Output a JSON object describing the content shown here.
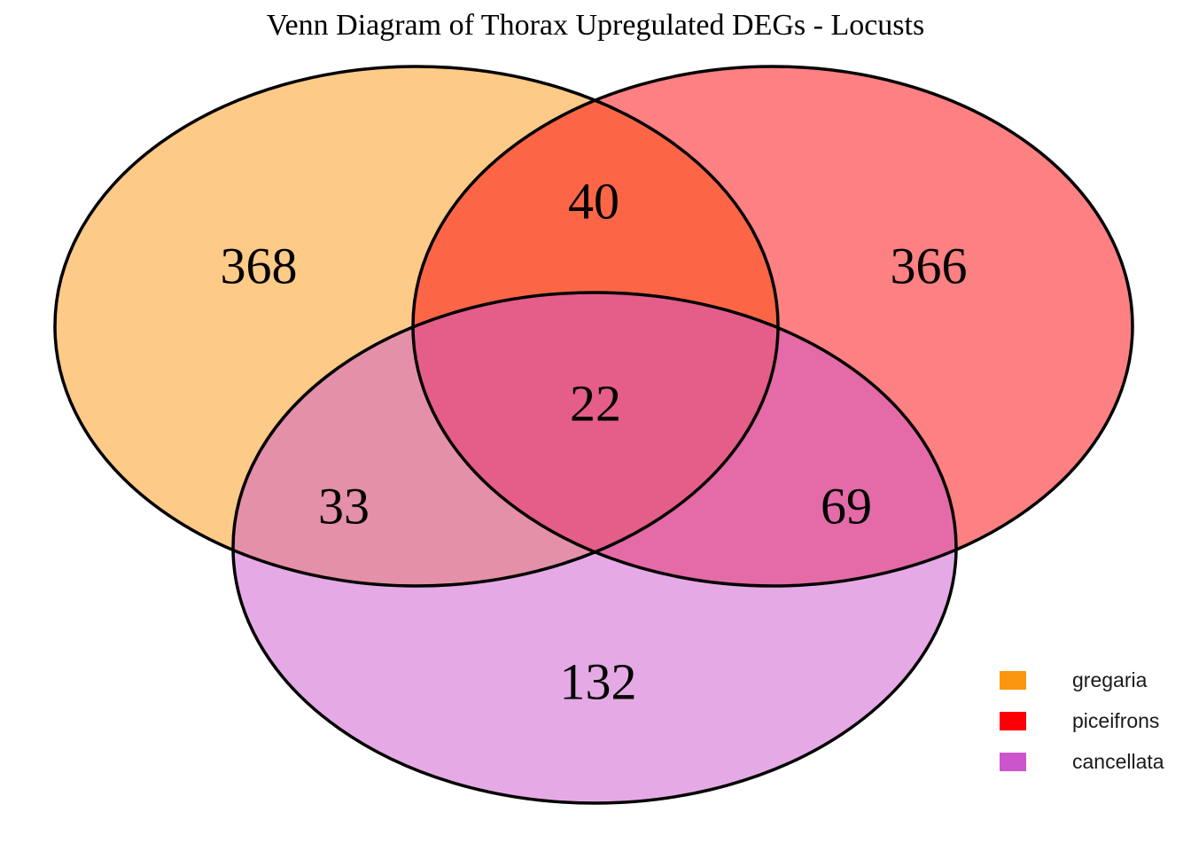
{
  "title": "Venn Diagram of Thorax Upregulated DEGs - Locusts",
  "legend": {
    "items": [
      {
        "label": "gregaria",
        "color": "#FB9610"
      },
      {
        "label": "piceifrons",
        "color": "#FB0106"
      },
      {
        "label": "cancellata",
        "color": "#CC55CC"
      }
    ]
  },
  "region_counts": {
    "gregaria_only": "368",
    "piceifrons_only": "366",
    "cancellata_only": "132",
    "gregaria_piceifrons": "40",
    "gregaria_cancellata": "33",
    "piceifrons_cancellata": "69",
    "all_three": "22"
  },
  "chart_data": {
    "type": "venn",
    "title": "Venn Diagram of Thorax Upregulated DEGs - Locusts",
    "sets": [
      "gregaria",
      "piceifrons",
      "cancellata"
    ],
    "set_colors": {
      "gregaria": "#FB9610",
      "piceifrons": "#FB0106",
      "cancellata": "#CC55CC"
    },
    "fill_opacity": 0.5,
    "outline_color": "#000000",
    "regions": [
      {
        "sets": [
          "gregaria"
        ],
        "value": 368
      },
      {
        "sets": [
          "piceifrons"
        ],
        "value": 366
      },
      {
        "sets": [
          "cancellata"
        ],
        "value": 132
      },
      {
        "sets": [
          "gregaria",
          "piceifrons"
        ],
        "value": 40
      },
      {
        "sets": [
          "gregaria",
          "cancellata"
        ],
        "value": 33
      },
      {
        "sets": [
          "piceifrons",
          "cancellata"
        ],
        "value": 69
      },
      {
        "sets": [
          "gregaria",
          "piceifrons",
          "cancellata"
        ],
        "value": 22
      }
    ],
    "legend_position": "bottom-right"
  }
}
